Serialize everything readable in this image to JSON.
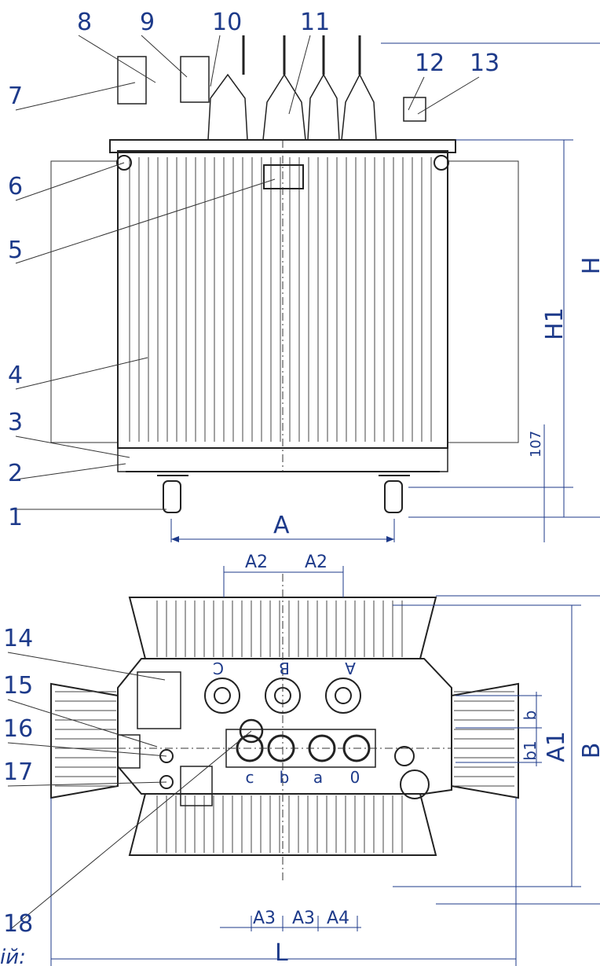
{
  "callouts": [
    "1",
    "2",
    "3",
    "4",
    "5",
    "6",
    "7",
    "8",
    "9",
    "10",
    "11",
    "12",
    "13",
    "14",
    "15",
    "16",
    "17",
    "18"
  ],
  "dimensions": {
    "A": "A",
    "A1": "A1",
    "A2": "A2",
    "A3": "A3",
    "A4": "A4",
    "B": "B",
    "b": "b",
    "b1": "b1",
    "H": "H",
    "H1": "H1",
    "L": "L",
    "h107": "107"
  },
  "hv_terminals": [
    "C",
    "B",
    "A"
  ],
  "lv_terminals": [
    "c",
    "b",
    "a",
    "0"
  ],
  "footer_fragment": "ій:",
  "colors": {
    "label": "#1d3a8a",
    "drawing": "#222222"
  }
}
